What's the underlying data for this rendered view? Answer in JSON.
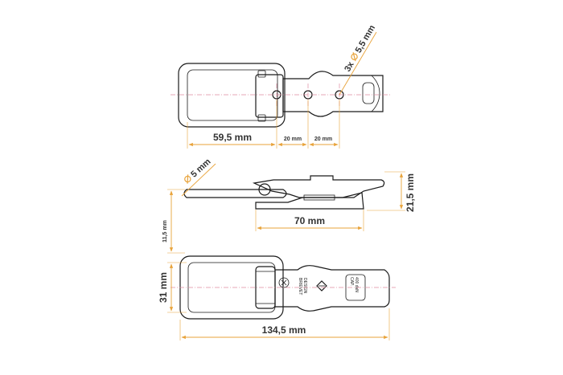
{
  "colors": {
    "outline": "#1a1a1a",
    "dimension": "#e8a33a",
    "centerline": "#e08aa0",
    "text": "#333333"
  },
  "top_view": {
    "dim_length": "59,5 mm",
    "dim_pitch_1": "20 mm",
    "dim_pitch_2": "20 mm",
    "holes_multiplier": "3x",
    "holes_diameter": "5,5 mm"
  },
  "side_view": {
    "wire_diameter": "5 mm",
    "base_length": "70 mm",
    "height": "21,5 mm",
    "wire_offset": "11,5 mm"
  },
  "bottom_view": {
    "width": "31 mm",
    "total_length": "134,5 mm",
    "stamp_cap": "CAP.",
    "stamp_load": "400 daN",
    "stamp_brand_1": "DESIGN",
    "stamp_brand_2": "BRIEVET"
  }
}
